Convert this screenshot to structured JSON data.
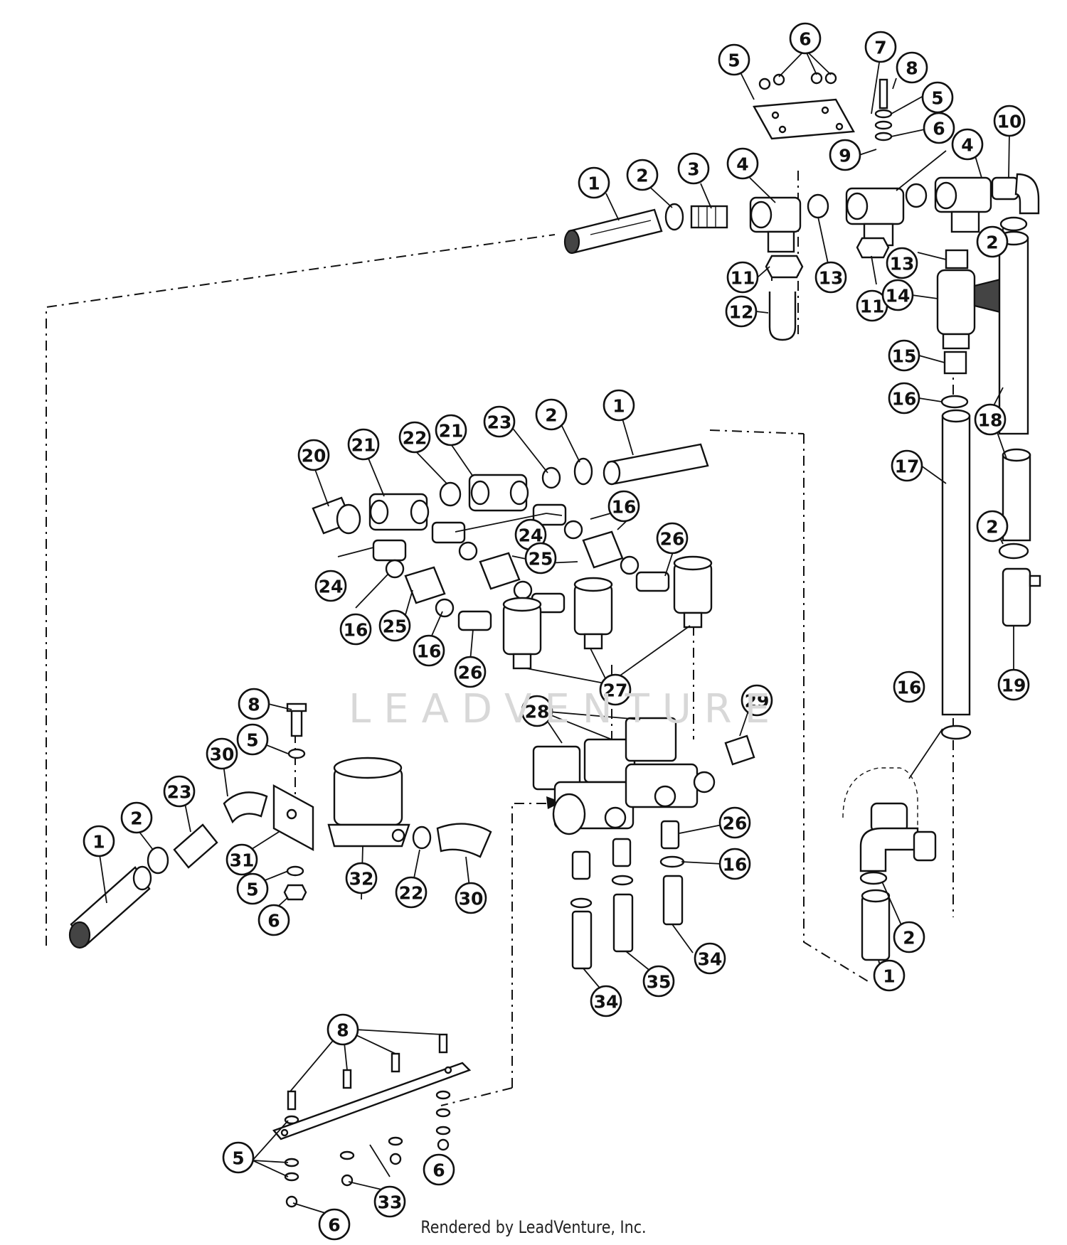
{
  "watermark": "LEADVENTURE",
  "credit": "Rendered by LeadVenture, Inc.",
  "callouts": {
    "c1a": "1",
    "c1b": "1",
    "c1c": "1",
    "c1d": "1",
    "c2a": "2",
    "c2b": "2",
    "c2c": "2",
    "c2d": "2",
    "c2e": "2",
    "c2f": "2",
    "c3": "3",
    "c4a": "4",
    "c4b": "4",
    "c5a": "5",
    "c5b": "5",
    "c5c": "5",
    "c5d": "5",
    "c5e": "5",
    "c6a": "6",
    "c6b": "6",
    "c6c": "6",
    "c6d": "6",
    "c6e": "6",
    "c7": "7",
    "c8a": "8",
    "c8b": "8",
    "c8c": "8",
    "c9": "9",
    "c10": "10",
    "c11a": "11",
    "c11b": "11",
    "c12": "12",
    "c13a": "13",
    "c13b": "13",
    "c14": "14",
    "c15": "15",
    "c16a": "16",
    "c16b": "16",
    "c16c": "16",
    "c16d": "16",
    "c16e": "16",
    "c16f": "16",
    "c17": "17",
    "c18": "18",
    "c19": "19",
    "c20": "20",
    "c21a": "21",
    "c21b": "21",
    "c22a": "22",
    "c22b": "22",
    "c23a": "23",
    "c23b": "23",
    "c24a": "24",
    "c24b": "24",
    "c25a": "25",
    "c25b": "25",
    "c26a": "26",
    "c26b": "26",
    "c26c": "26",
    "c27": "27",
    "c28": "28",
    "c29": "29",
    "c30a": "30",
    "c30b": "30",
    "c31": "31",
    "c32": "32",
    "c33": "33",
    "c34a": "34",
    "c34b": "34",
    "c35": "35"
  }
}
